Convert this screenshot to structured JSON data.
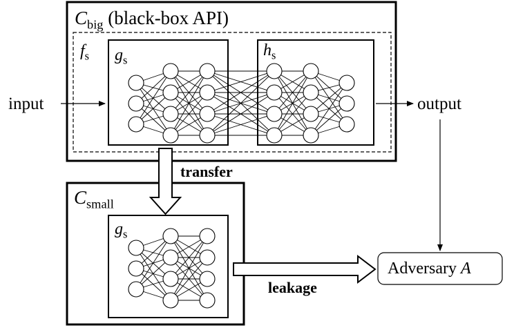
{
  "big_box": {
    "symbol": "C",
    "subscript": "big",
    "caption": "(black-box API)"
  },
  "fs_box": {
    "symbol": "f",
    "subscript": "s"
  },
  "g_big": {
    "symbol": "g",
    "subscript": "s"
  },
  "h_big": {
    "symbol": "h",
    "subscript": "s"
  },
  "small_box": {
    "symbol": "C",
    "subscript": "small"
  },
  "g_small": {
    "symbol": "g",
    "subscript": "s"
  },
  "input_label": "input",
  "output_label": "output",
  "transfer_label": "transfer",
  "leakage_label": "leakage",
  "adversary": {
    "text": "Adversary",
    "symbol": "A"
  }
}
